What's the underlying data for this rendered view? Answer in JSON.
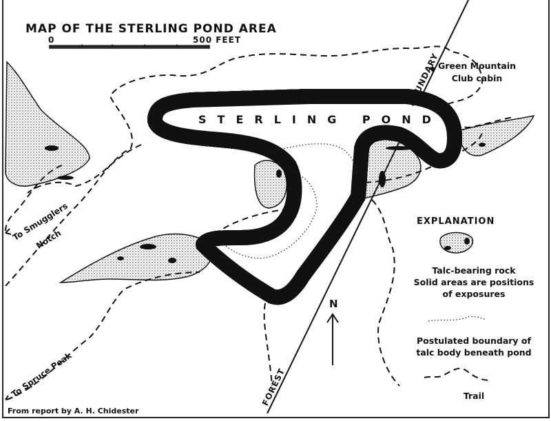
{
  "map": {
    "title": "MAP OF THE STERLING POND AREA",
    "scale": {
      "start_label": "0",
      "end_label": "500 FEET"
    },
    "pond_label": "STERLING POND",
    "boundary_label": "BOUNDARY",
    "forest_label": "FOREST",
    "cabin_label_line1": "Green Mountain",
    "cabin_label_line2": "Club cabin",
    "smugglers_line1": "To Smugglers",
    "smugglers_line2": "Notch",
    "spruce_label": "To Spruce Peak",
    "north_label": "N",
    "credit": "From report by A. H. Chidester"
  },
  "legend": {
    "title": "EXPLANATION",
    "talc_line1": "Talc-bearing rock",
    "talc_line2": "Solid areas are positions",
    "talc_line3": "of exposures",
    "boundary_line1": "Postulated boundary of",
    "boundary_line2": "talc body beneath pond",
    "trail": "Trail"
  }
}
